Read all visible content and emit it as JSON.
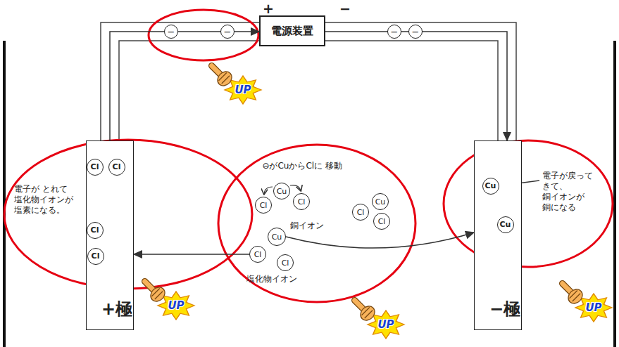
{
  "diagram": {
    "nodes": [
      {
        "text": [
          "電源装置"
        ]
      },
      {
        "text": [
          "−"
        ]
      },
      {
        "text": [
          "−"
        ]
      },
      {
        "text": [
          "−"
        ]
      },
      {
        "text": [
          "−"
        ]
      },
      {
        "text": [
          "+極"
        ]
      },
      {
        "text": [
          "Cl"
        ],
        "in": 5
      },
      {
        "text": [
          "Cl"
        ],
        "in": 5
      },
      {
        "text": [
          "Cl"
        ],
        "in": 5
      },
      {
        "text": [
          "Cl"
        ],
        "in": 5
      },
      {
        "text": [
          "Cu"
        ]
      },
      {
        "text": [
          "Cl"
        ]
      },
      {
        "text": [
          "Cl"
        ]
      },
      {
        "text": [
          "Cl"
        ]
      },
      {
        "text": [
          "Cu"
        ]
      },
      {
        "text": [
          "Cl"
        ]
      },
      {
        "text": [
          "Cu"
        ]
      },
      {
        "text": [
          "Cl"
        ]
      },
      {
        "text": [
          "Cl"
        ]
      },
      {
        "text": [
          "−極"
        ]
      },
      {
        "text": [
          "Cu"
        ],
        "in": 19
      },
      {
        "text": [
          "Cu"
        ],
        "in": 19
      }
    ],
    "edges": [
      {
        "from": 5,
        "to": 0,
        "arrow": "to"
      },
      {
        "from": 0,
        "to": 19,
        "arrow": "to"
      },
      {
        "from": 17,
        "to": 5,
        "arrow": "to"
      },
      {
        "from": 16,
        "to": 19,
        "arrow": "to"
      }
    ],
    "labels": [
      "+",
      "−",
      "電子が とれて 塩化物イオンが 塩素になる。",
      "⊖がCuからClに 移動",
      "銅イオン",
      "塩化物イオン",
      "電子が戻って きて、 銅イオンが 銅になる",
      "UP",
      "UP",
      "UP",
      "UP"
    ]
  }
}
